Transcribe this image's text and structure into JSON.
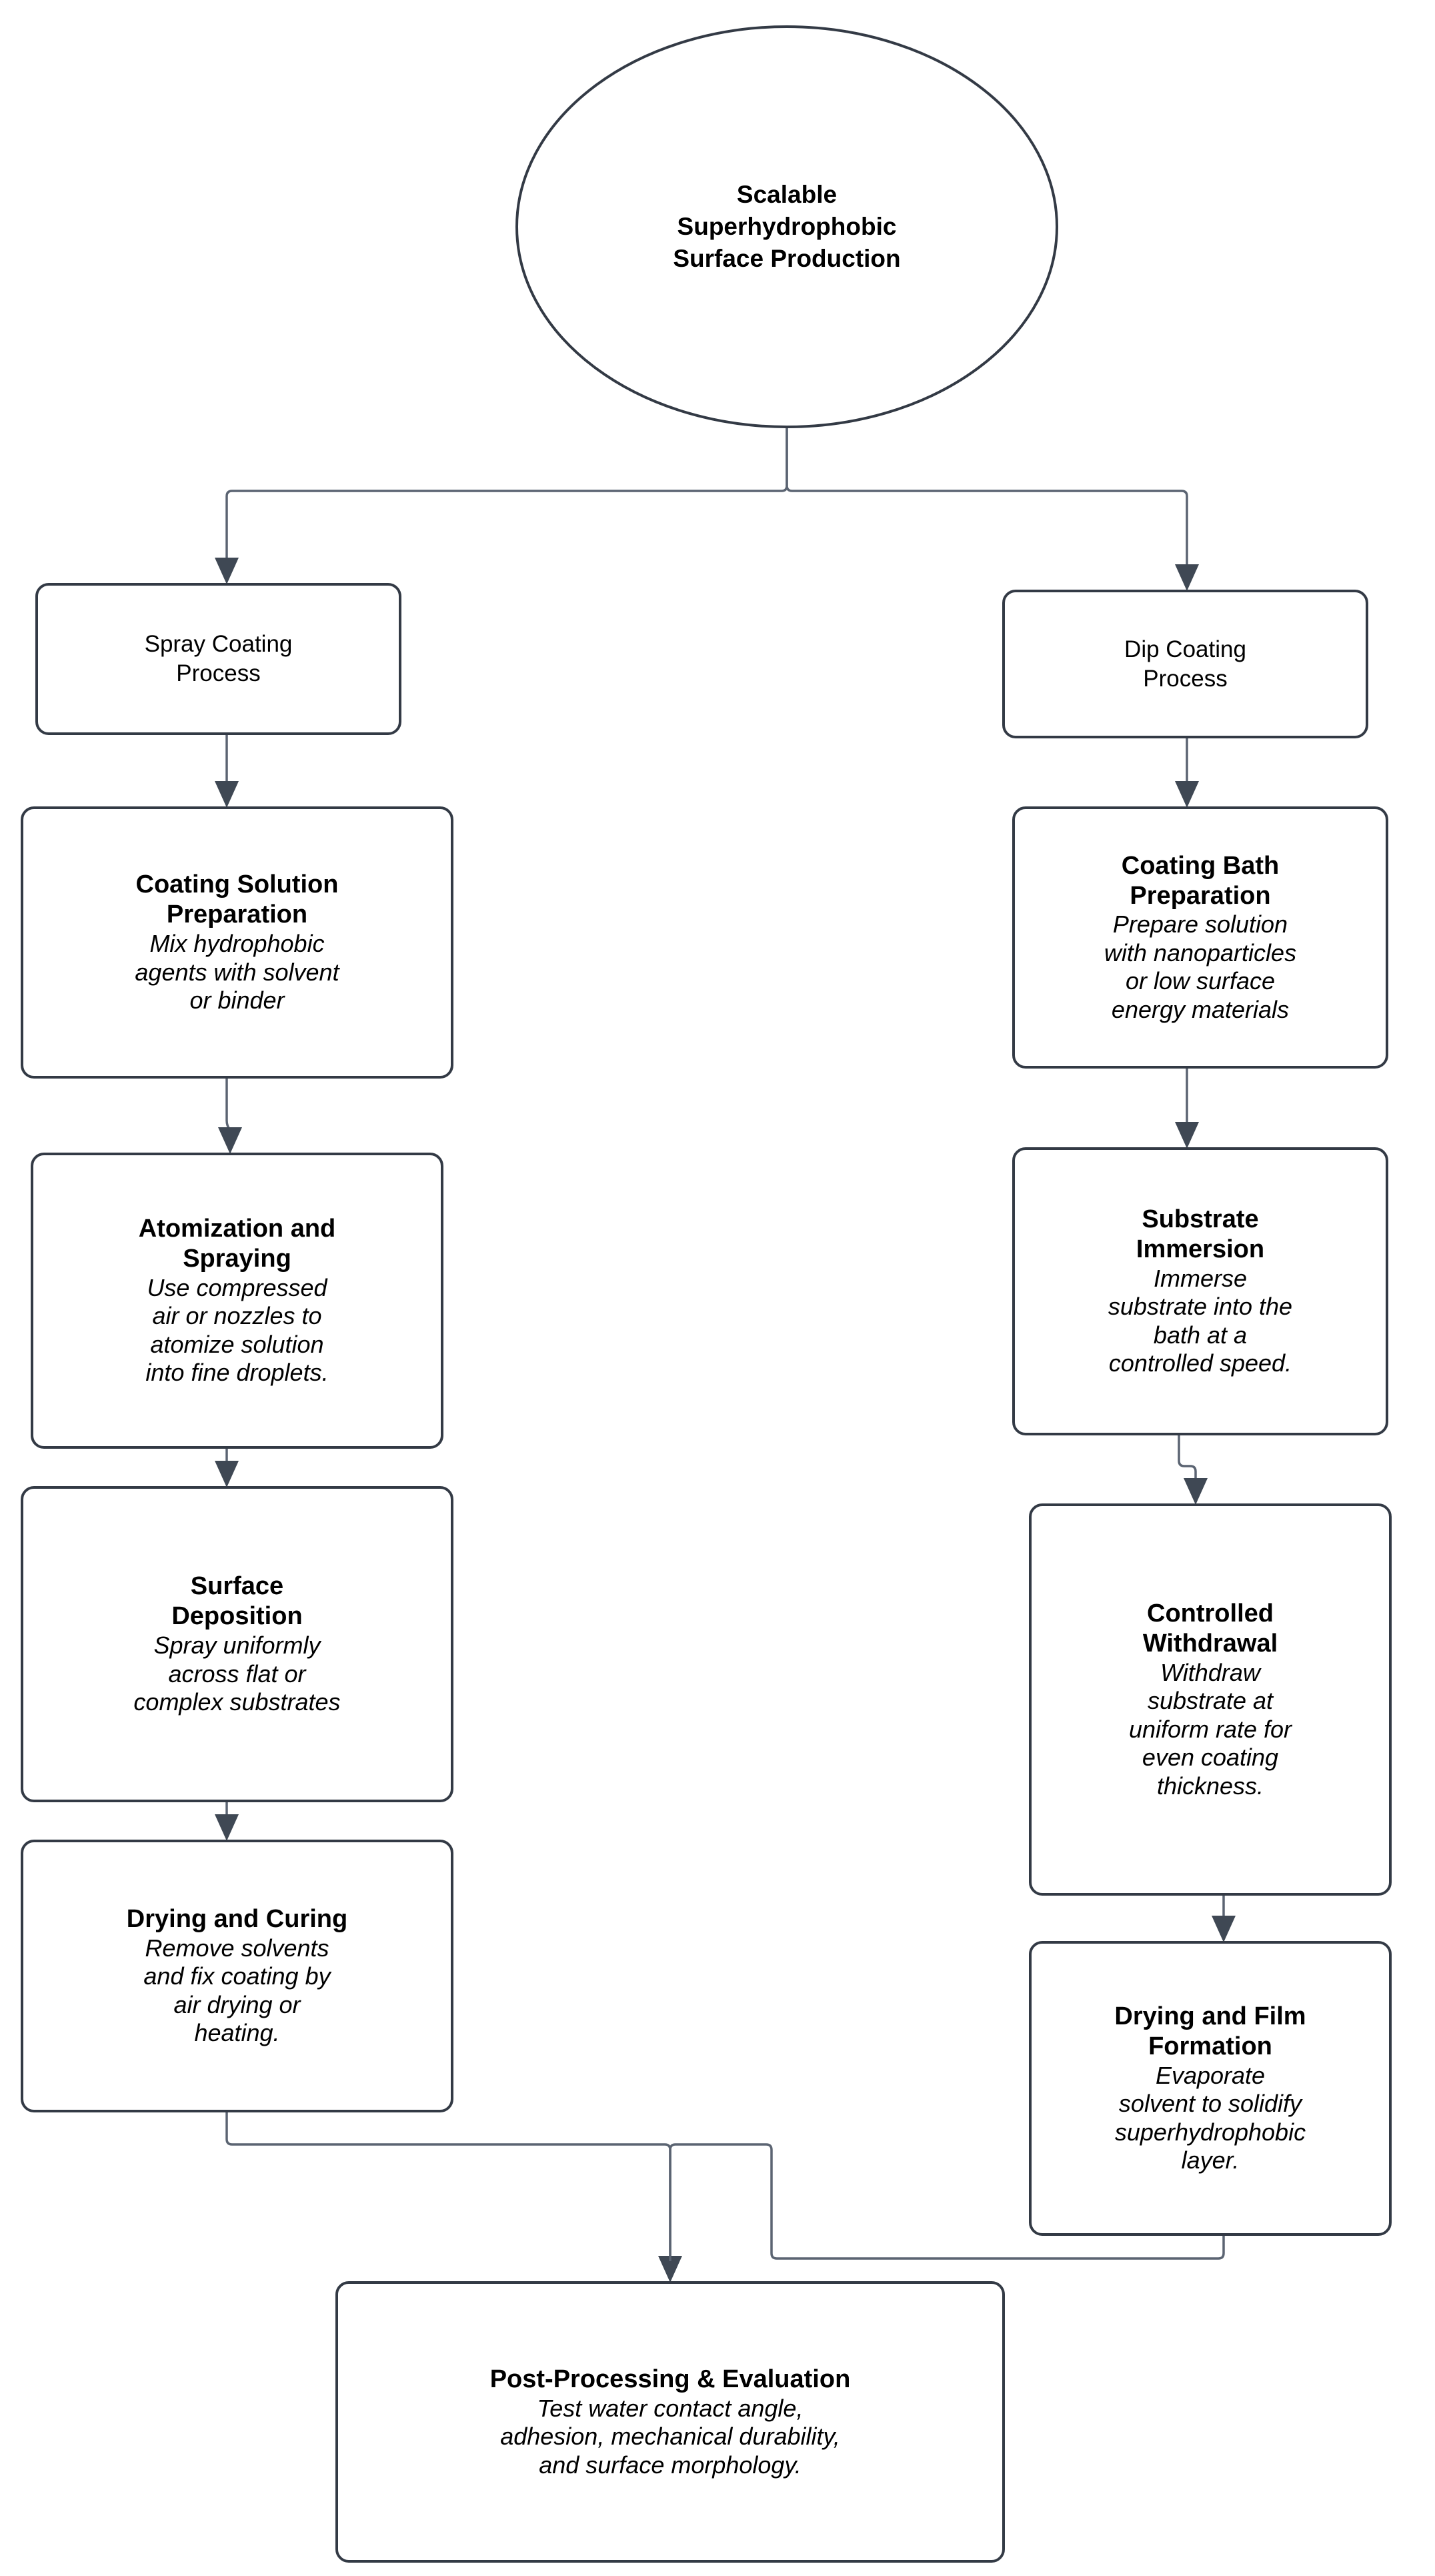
{
  "diagram": {
    "title": "Scalable Superhydrophobic Surface Production",
    "type": "flowchart",
    "orientation": "top-down",
    "palette": {
      "node_fill": "#ffffff",
      "node_border": "#333a45",
      "edge": "#5b6472",
      "text": "#000000",
      "background": "#ffffff"
    }
  },
  "nodes": {
    "start": {
      "shape": "ellipse",
      "title": "Scalable\nSuperhydrophobic\nSurface Production"
    },
    "spray_branch": {
      "shape": "rounded-rect",
      "title": "Spray Coating\nProcess"
    },
    "dip_branch": {
      "shape": "rounded-rect",
      "title": "Dip Coating\nProcess"
    },
    "spray_1": {
      "shape": "rounded-rect",
      "title": "Coating Solution\nPreparation",
      "desc": "Mix hydrophobic\nagents with solvent\nor binder"
    },
    "spray_2": {
      "shape": "rounded-rect",
      "title": "Atomization and\nSpraying",
      "desc": "Use compressed\nair or nozzles to\natomize solution\ninto fine droplets."
    },
    "spray_3": {
      "shape": "rounded-rect",
      "title": "Surface\nDeposition",
      "desc": "Spray uniformly\nacross flat or\ncomplex substrates"
    },
    "spray_4": {
      "shape": "rounded-rect",
      "title": "Drying and Curing",
      "desc": "Remove solvents\nand fix coating by\nair drying or\nheating."
    },
    "dip_1": {
      "shape": "rounded-rect",
      "title": "Coating Bath\nPreparation",
      "desc": "Prepare solution\nwith nanoparticles\nor low surface\nenergy materials"
    },
    "dip_2": {
      "shape": "rounded-rect",
      "title": "Substrate\nImmersion",
      "desc": "Immerse\nsubstrate into the\nbath at a\ncontrolled speed."
    },
    "dip_3": {
      "shape": "rounded-rect",
      "title": "Controlled\nWithdrawal",
      "desc": "Withdraw\nsubstrate at\nuniform rate for\neven coating\nthickness."
    },
    "dip_4": {
      "shape": "rounded-rect",
      "title": "Drying and Film\nFormation",
      "desc": "Evaporate\nsolvent to solidify\nsuperhydrophobic\nlayer."
    },
    "final": {
      "shape": "rounded-rect",
      "title": "Post-Processing & Evaluation",
      "desc": "Test water contact angle,\nadhesion, mechanical durability,\nand surface morphology."
    }
  },
  "edges": [
    {
      "from": "start",
      "to": "spray_branch",
      "style": "elbow-arrow"
    },
    {
      "from": "start",
      "to": "dip_branch",
      "style": "elbow-arrow"
    },
    {
      "from": "spray_branch",
      "to": "spray_1",
      "style": "straight-arrow"
    },
    {
      "from": "spray_1",
      "to": "spray_2",
      "style": "straight-arrow"
    },
    {
      "from": "spray_2",
      "to": "spray_3",
      "style": "straight-arrow"
    },
    {
      "from": "spray_3",
      "to": "spray_4",
      "style": "straight-arrow"
    },
    {
      "from": "dip_branch",
      "to": "dip_1",
      "style": "straight-arrow"
    },
    {
      "from": "dip_1",
      "to": "dip_2",
      "style": "straight-arrow"
    },
    {
      "from": "dip_2",
      "to": "dip_3",
      "style": "elbow-arrow"
    },
    {
      "from": "dip_3",
      "to": "dip_4",
      "style": "straight-arrow"
    },
    {
      "from": "spray_4",
      "to": "final",
      "style": "elbow-arrow"
    },
    {
      "from": "dip_4",
      "to": "final",
      "style": "elbow-arrow"
    }
  ]
}
